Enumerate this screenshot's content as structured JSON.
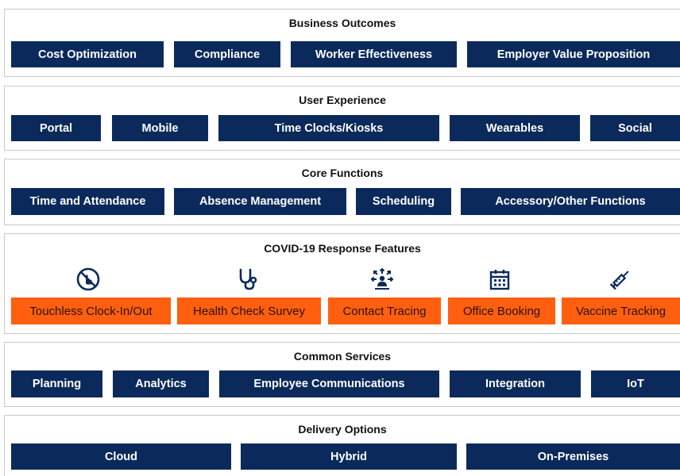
{
  "sections": {
    "business": {
      "title": "Business Outcomes",
      "items": [
        "Cost Optimization",
        "Compliance",
        "Worker Effectiveness",
        "Employer Value Proposition"
      ]
    },
    "user_experience": {
      "title": "User Experience",
      "items": [
        "Portal",
        "Mobile",
        "Time Clocks/Kiosks",
        "Wearables",
        "Social"
      ]
    },
    "core": {
      "title": "Core Functions",
      "items": [
        "Time and Attendance",
        "Absence Management",
        "Scheduling",
        "Accessory/Other Functions"
      ]
    },
    "covid": {
      "title": "COVID-19 Response Features",
      "items": [
        "Touchless Clock-In/Out",
        "Health Check Survey",
        "Contact Tracing",
        "Office Booking",
        "Vaccine Tracking"
      ],
      "icons": [
        "no-touch-icon",
        "stethoscope-icon",
        "contact-tracing-icon",
        "calendar-icon",
        "syringe-icon"
      ]
    },
    "common": {
      "title": "Common Services",
      "items": [
        "Planning",
        "Analytics",
        "Employee Communications",
        "Integration",
        "IoT"
      ]
    },
    "delivery": {
      "title": "Delivery Options",
      "items": [
        "Cloud",
        "Hybrid",
        "On-Premises"
      ]
    }
  },
  "colors": {
    "navy": "#0b2a5b",
    "orange": "#ff5f0f",
    "border": "#c9c9c9"
  }
}
